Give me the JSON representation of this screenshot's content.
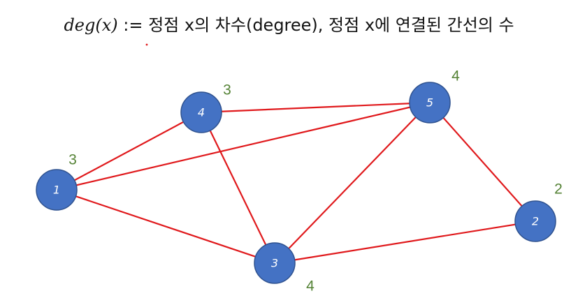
{
  "title": {
    "formula": "deg(x)",
    "text": " := 정점 x의 차수(degree), 정점 x에 연결된 간선의 수"
  },
  "colors": {
    "node_fill": "#4472c4",
    "node_stroke": "#2f528f",
    "edge": "#e0191c",
    "degree_text": "#548235"
  },
  "graph": {
    "nodes": [
      {
        "id": "1",
        "label": "1",
        "degree": "3"
      },
      {
        "id": "2",
        "label": "2",
        "degree": "2"
      },
      {
        "id": "3",
        "label": "3",
        "degree": "4"
      },
      {
        "id": "4",
        "label": "4",
        "degree": "3"
      },
      {
        "id": "5",
        "label": "5",
        "degree": "4"
      }
    ],
    "edges": [
      [
        "1",
        "4"
      ],
      [
        "1",
        "5"
      ],
      [
        "1",
        "3"
      ],
      [
        "4",
        "5"
      ],
      [
        "4",
        "3"
      ],
      [
        "5",
        "3"
      ],
      [
        "5",
        "2"
      ],
      [
        "3",
        "2"
      ]
    ]
  }
}
